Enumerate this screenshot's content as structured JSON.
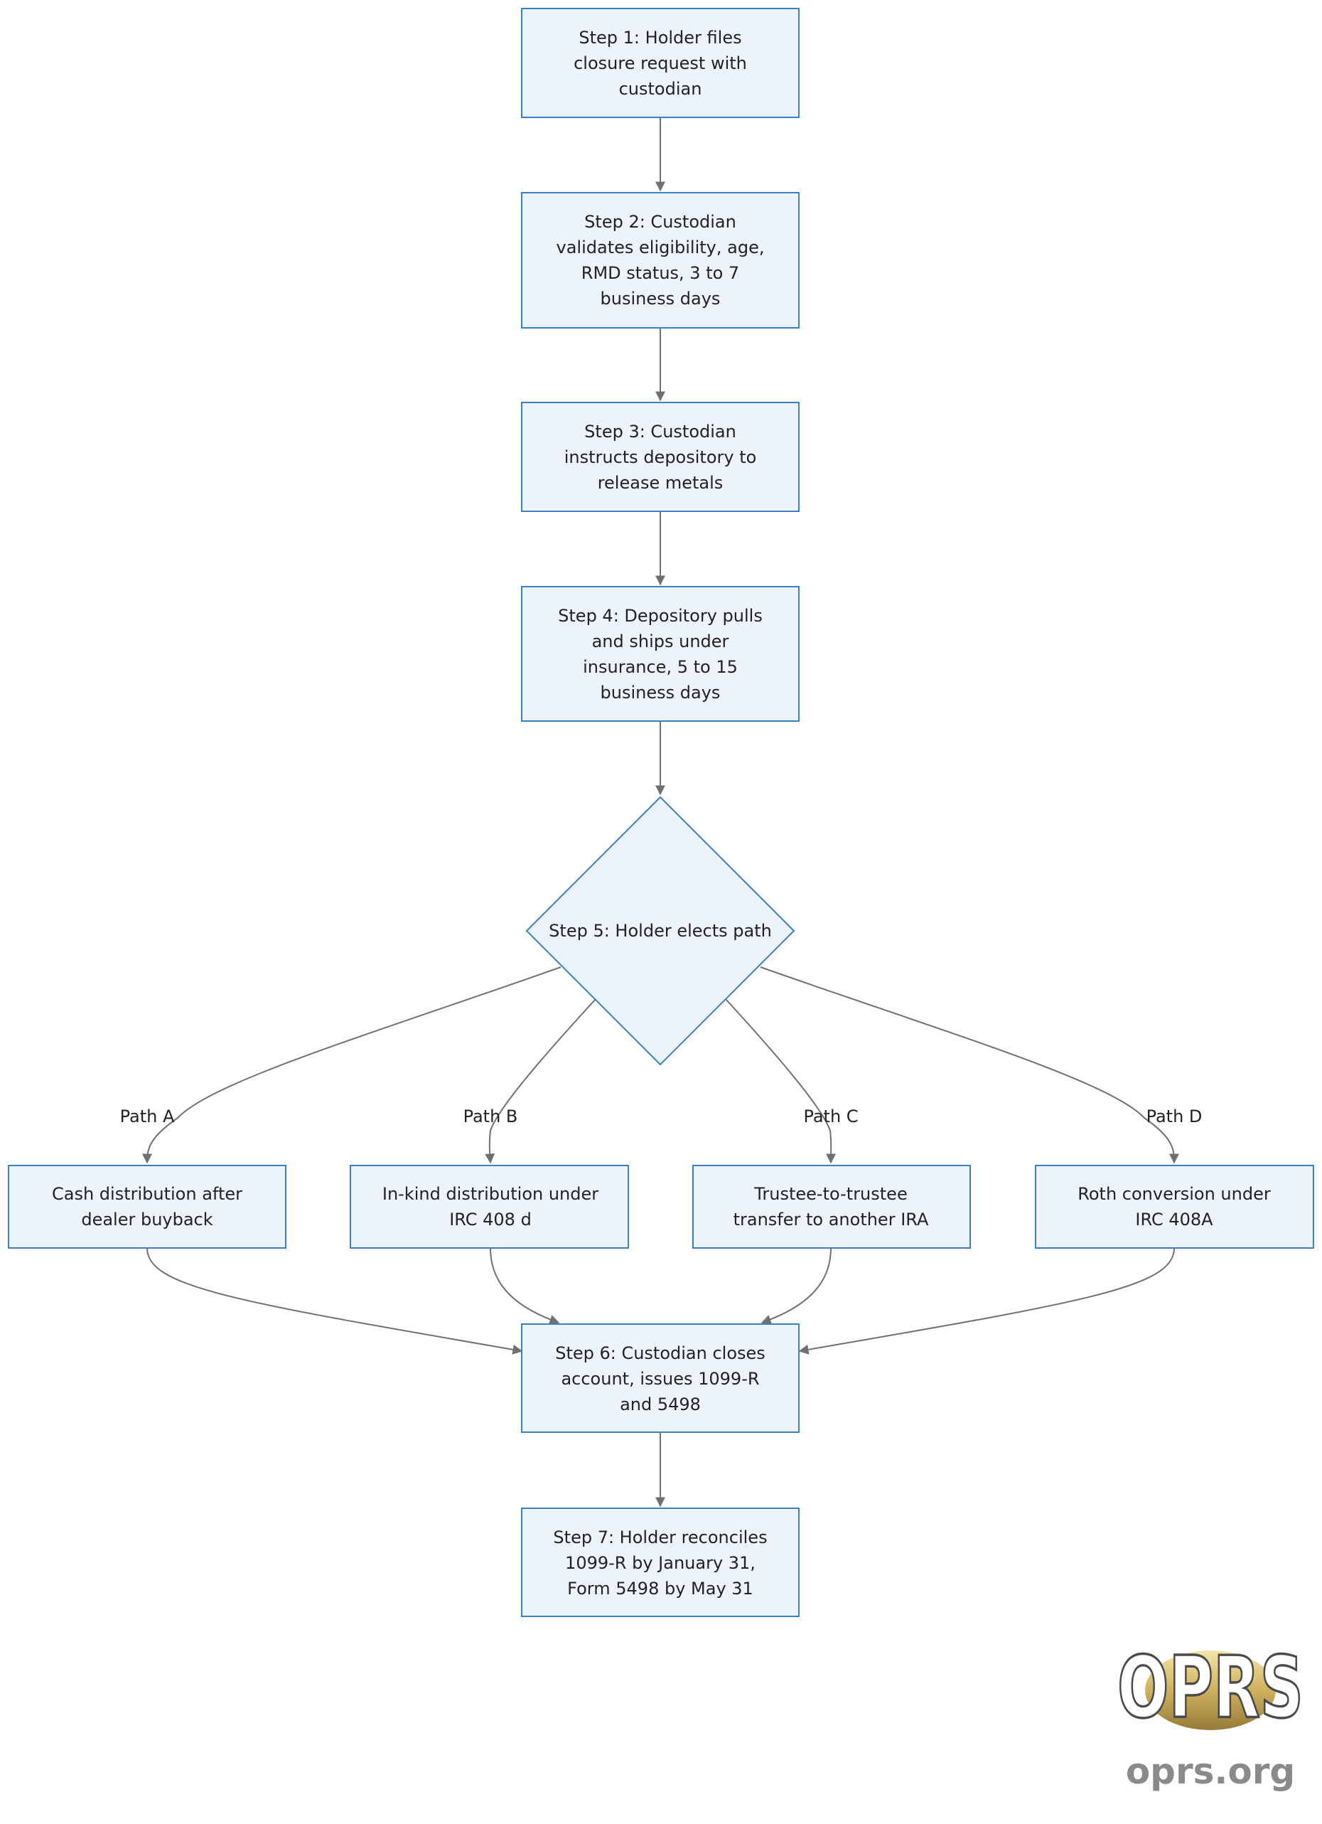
{
  "diagram": {
    "nodes": {
      "step1": [
        "Step 1: Holder files",
        "closure request with",
        "custodian"
      ],
      "step2": [
        "Step 2: Custodian",
        "validates eligibility, age,",
        "RMD status, 3 to 7",
        "business days"
      ],
      "step3": [
        "Step 3: Custodian",
        "instructs depository to",
        "release metals"
      ],
      "step4": [
        "Step 4: Depository pulls",
        "and ships under",
        "insurance, 5 to 15",
        "business days"
      ],
      "step5": [
        "Step 5: Holder elects path"
      ],
      "pathA_node": [
        "Cash distribution after",
        "dealer buyback"
      ],
      "pathB_node": [
        "In-kind distribution under",
        "IRC 408 d"
      ],
      "pathC_node": [
        "Trustee-to-trustee",
        "transfer to another IRA"
      ],
      "pathD_node": [
        "Roth conversion under",
        "IRC 408A"
      ],
      "step6": [
        "Step 6: Custodian closes",
        "account, issues 1099-R",
        "and 5498"
      ],
      "step7": [
        "Step 7: Holder reconciles",
        "1099-R by January 31,",
        "Form 5498 by May 31"
      ]
    },
    "edge_labels": {
      "pathA": "Path A",
      "pathB": "Path B",
      "pathC": "Path C",
      "pathD": "Path D"
    }
  },
  "branding": {
    "logo_text": "OPRS",
    "site": "oprs.org"
  },
  "colors": {
    "node_fill": "#ecf3fc",
    "node_stroke": "#3b7fc4",
    "edge": "#6f6f76",
    "text": "#222222",
    "logo_gold": "#c9a84c",
    "site_text": "#8a8a8a"
  }
}
